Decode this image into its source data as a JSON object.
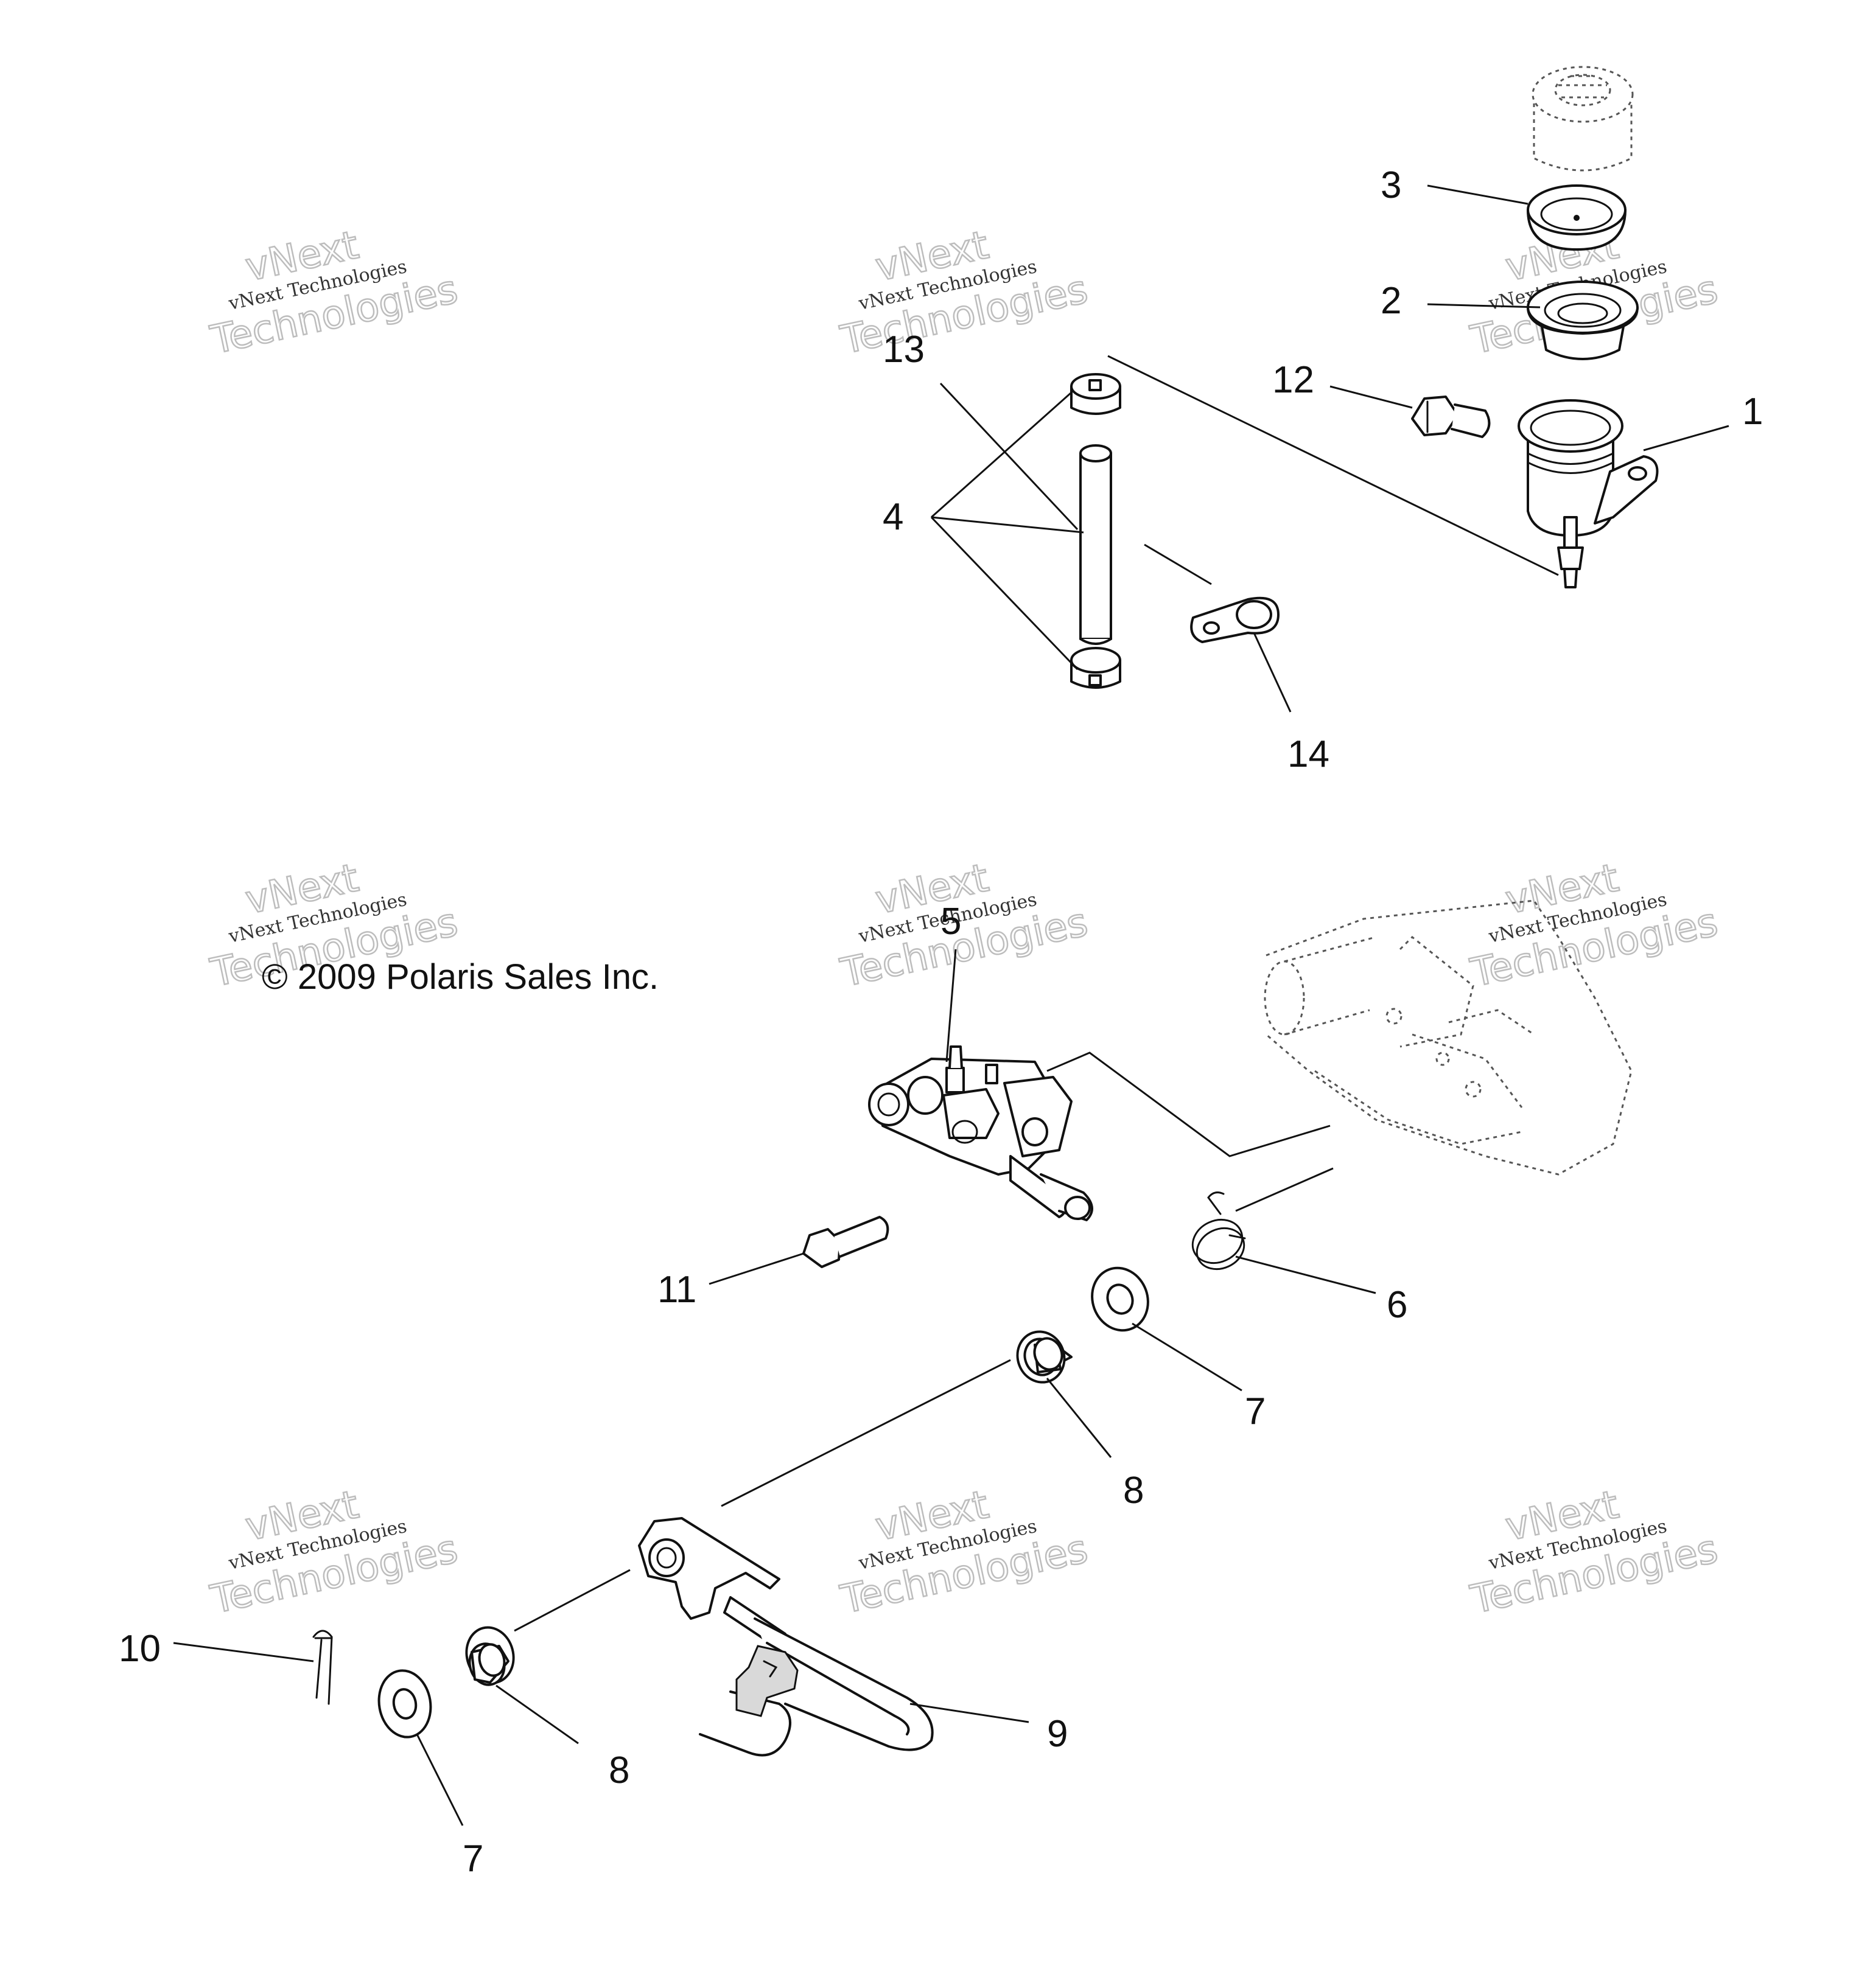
{
  "copyright": "© 2009 Polaris Sales Inc.",
  "watermark": {
    "line1": "vNext",
    "line2": "vNext Technologies",
    "line3": "Technologies"
  },
  "callouts": {
    "c1": "1",
    "c2": "2",
    "c3": "3",
    "c4": "4",
    "c5": "5",
    "c6": "6",
    "c7a": "7",
    "c7b": "7",
    "c8a": "8",
    "c8b": "8",
    "c9": "9",
    "c10": "10",
    "c11": "11",
    "c12": "12",
    "c13": "13",
    "c14": "14"
  }
}
